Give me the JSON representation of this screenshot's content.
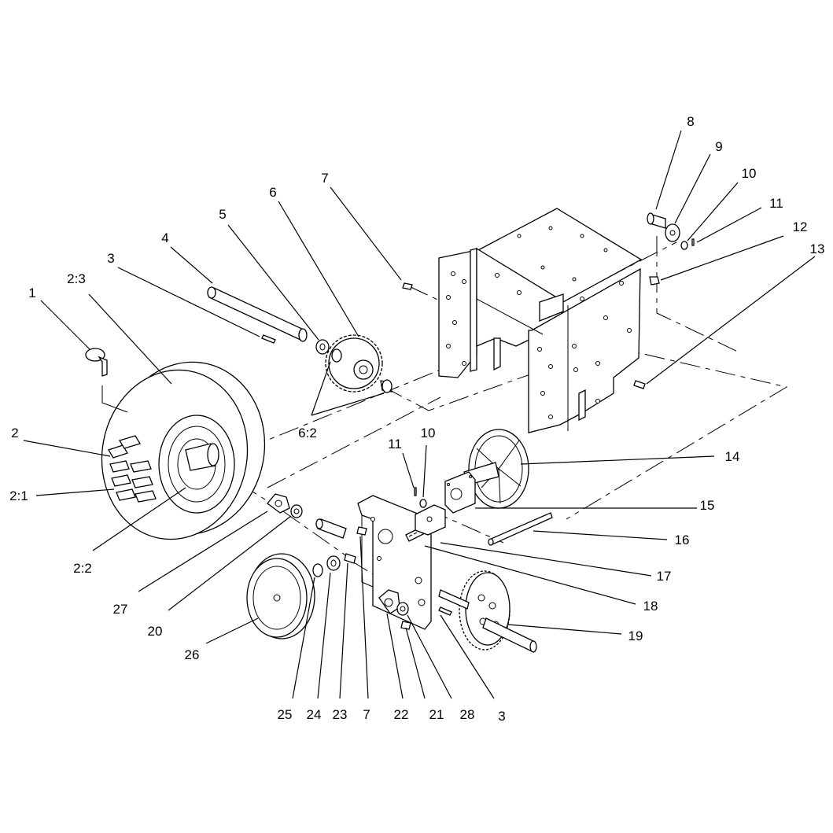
{
  "diagram": {
    "callouts": [
      {
        "id": "c1",
        "label": "1"
      },
      {
        "id": "c2_3",
        "label": "2:3"
      },
      {
        "id": "c3a",
        "label": "3"
      },
      {
        "id": "c4",
        "label": "4"
      },
      {
        "id": "c5",
        "label": "5"
      },
      {
        "id": "c6",
        "label": "6"
      },
      {
        "id": "c7a",
        "label": "7"
      },
      {
        "id": "c8",
        "label": "8"
      },
      {
        "id": "c9",
        "label": "9"
      },
      {
        "id": "c10a",
        "label": "10"
      },
      {
        "id": "c11a",
        "label": "11"
      },
      {
        "id": "c12",
        "label": "12"
      },
      {
        "id": "c13",
        "label": "13"
      },
      {
        "id": "c2",
        "label": "2"
      },
      {
        "id": "c2_1",
        "label": "2:1"
      },
      {
        "id": "c6_2",
        "label": "6:2"
      },
      {
        "id": "c11b",
        "label": "11"
      },
      {
        "id": "c10b",
        "label": "10"
      },
      {
        "id": "c14",
        "label": "14"
      },
      {
        "id": "c15",
        "label": "15"
      },
      {
        "id": "c16",
        "label": "16"
      },
      {
        "id": "c17",
        "label": "17"
      },
      {
        "id": "c18",
        "label": "18"
      },
      {
        "id": "c19",
        "label": "19"
      },
      {
        "id": "c2_2",
        "label": "2:2"
      },
      {
        "id": "c27",
        "label": "27"
      },
      {
        "id": "c20",
        "label": "20"
      },
      {
        "id": "c26",
        "label": "26"
      },
      {
        "id": "c25",
        "label": "25"
      },
      {
        "id": "c24",
        "label": "24"
      },
      {
        "id": "c23",
        "label": "23"
      },
      {
        "id": "c7b",
        "label": "7"
      },
      {
        "id": "c22",
        "label": "22"
      },
      {
        "id": "c21",
        "label": "21"
      },
      {
        "id": "c28",
        "label": "28"
      },
      {
        "id": "c3b",
        "label": "3"
      }
    ]
  }
}
